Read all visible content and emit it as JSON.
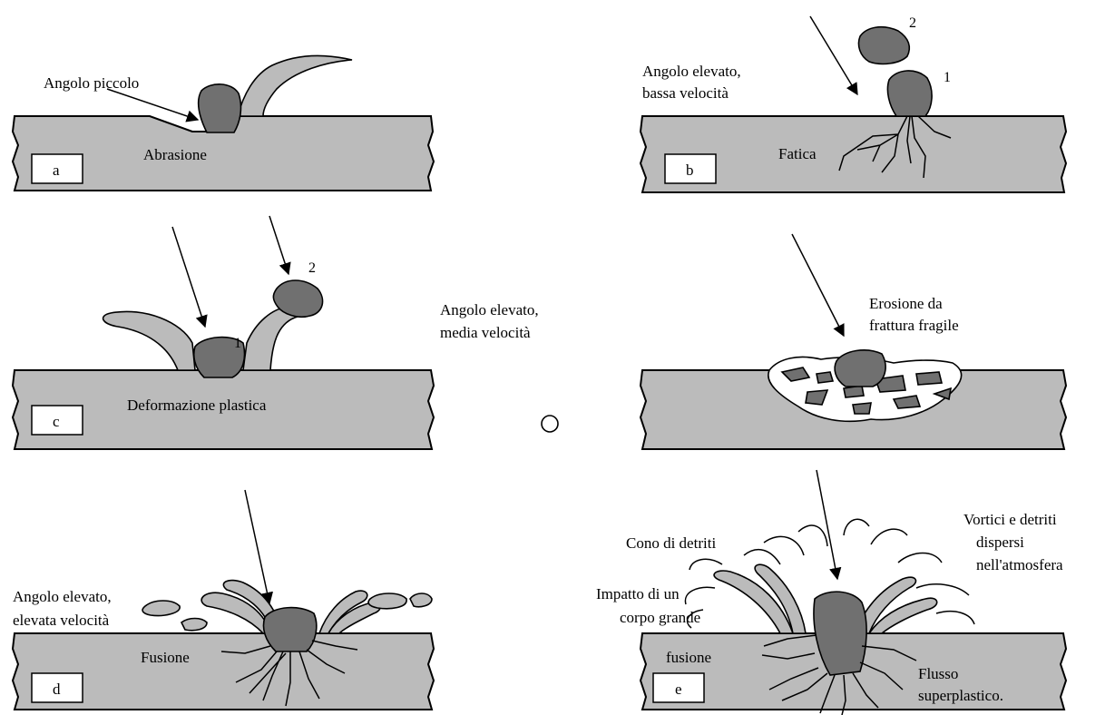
{
  "panels": {
    "a": {
      "letter": "a",
      "angle_label": "Angolo piccolo",
      "mechanism": "Abrasione"
    },
    "b": {
      "letter": "b",
      "angle_label_1": "Angolo elevato,",
      "angle_label_2": "bassa velocità",
      "mechanism": "Fatica",
      "particle_1": "1",
      "particle_2": "2"
    },
    "c": {
      "letter": "c",
      "mechanism": "Deformazione plastica",
      "particle_1": "1",
      "particle_2": "2"
    },
    "center": {
      "angle_label_1": "Angolo elevato,",
      "angle_label_2": "media velocità",
      "connector": "O"
    },
    "c2": {
      "mechanism_1": "Erosione da",
      "mechanism_2": "frattura fragile"
    },
    "d": {
      "letter": "d",
      "angle_label_1": "Angolo elevato,",
      "angle_label_2": "elevata velocità",
      "mechanism": "Fusione"
    },
    "e": {
      "letter": "e",
      "cone": "Cono di detriti",
      "vortex_1": "Vortici e detriti",
      "vortex_2": "dispersi",
      "vortex_3": "nell'atmosfera",
      "impact_1": "Impatto di un",
      "impact_2": "corpo grande",
      "melt": "fusione",
      "flow_1": "Flusso",
      "flow_2": "superplastico."
    }
  },
  "colors": {
    "material": "#bbbbbb",
    "particle": "#707070",
    "outline": "#000000"
  }
}
